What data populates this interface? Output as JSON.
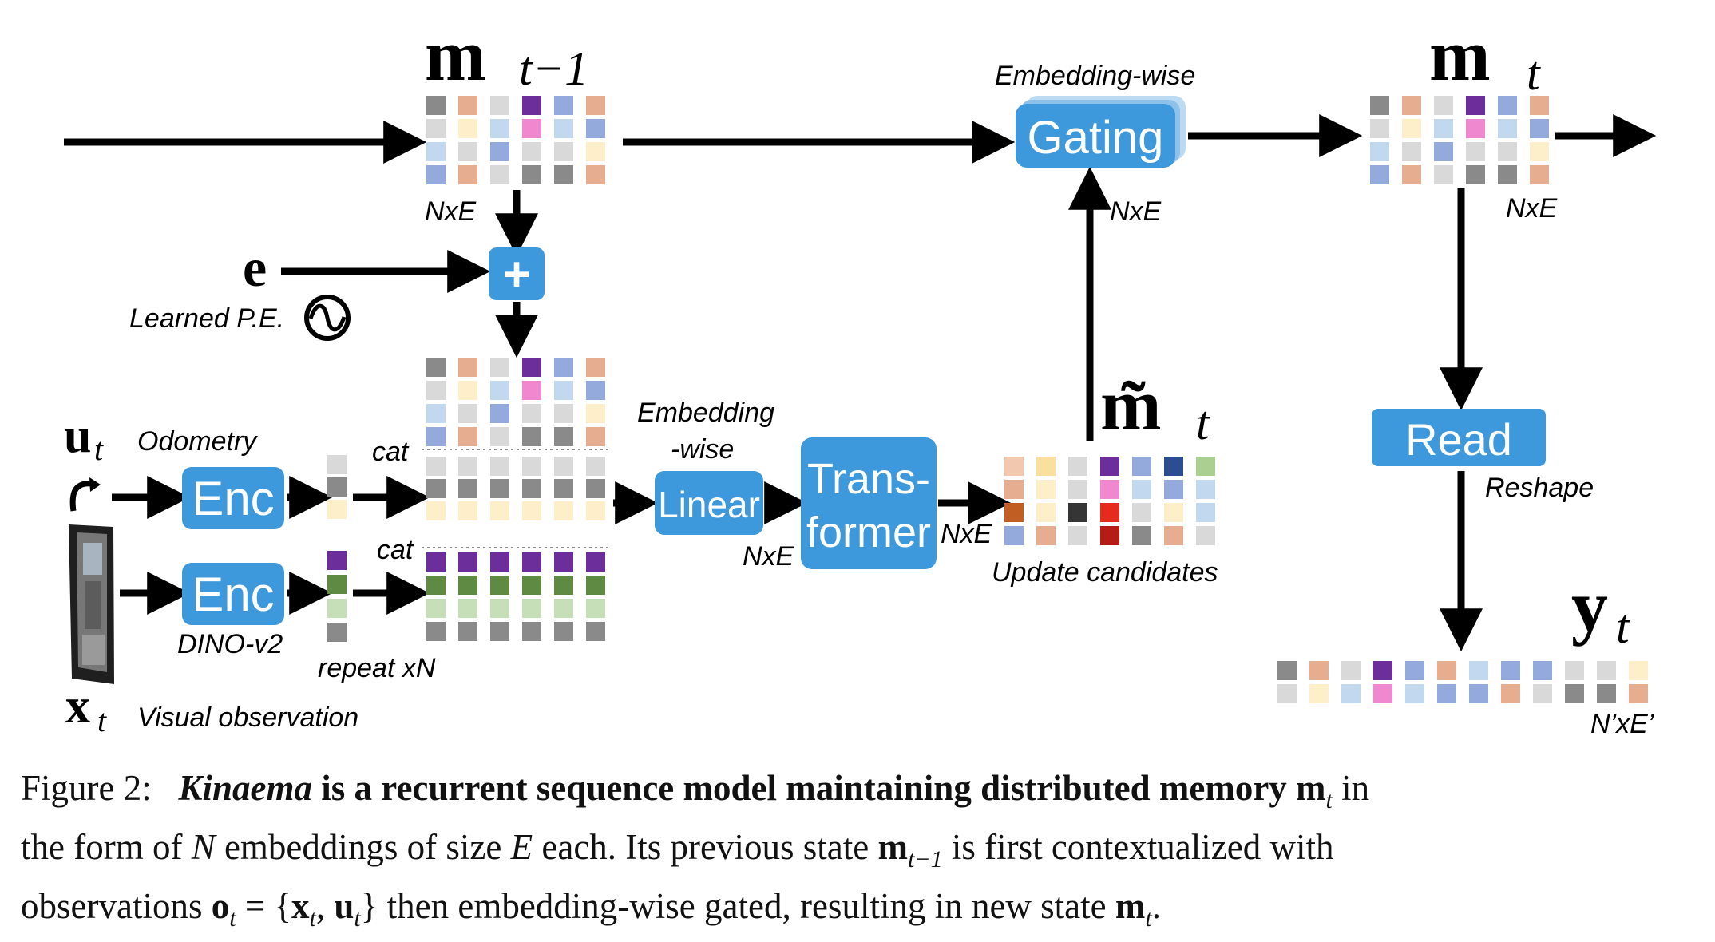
{
  "labels": {
    "m_prev": "m",
    "m_prev_sub": "t−1",
    "m_new": "m",
    "m_new_sub": "t",
    "m_tilde": "m̃",
    "m_tilde_sub": "t",
    "y": "y",
    "y_sub": "t",
    "e": "e",
    "u": "u",
    "u_sub": "t",
    "x": "x",
    "x_sub": "t",
    "learned_pe": "Learned P.E.",
    "odometry": "Odometry",
    "visual_observation": "Visual observation",
    "dino": "DINO-v2",
    "repeat": "repeat xN",
    "cat1": "cat",
    "cat2": "cat",
    "embedding_wise_top": "Embedding-wise",
    "embedding_wise_mid1": "Embedding",
    "embedding_wise_mid2": "-wise",
    "nxe_prev": "NxE",
    "nxe_gate": "NxE",
    "nxe_new": "NxE",
    "nxe_linear": "NxE",
    "nxe_transformer": "NxE",
    "n_prime": "N’xE’",
    "update_candidates": "Update candidates",
    "reshape": "Reshape",
    "plus": "+"
  },
  "blocks": {
    "gating": "Gating",
    "enc1": "Enc",
    "enc2": "Enc",
    "linear": "Linear",
    "transformer1": "Trans-",
    "transformer2": "former",
    "read": "Read"
  },
  "caption": {
    "fig": "Figure 2:",
    "bold_name": "Kinaema",
    "bold_rest": "is a recurrent sequence model maintaining distributed memory",
    "line1_end": "in",
    "line2": "the form of",
    "line2b": "embeddings of size",
    "line2c": "each.  Its previous state",
    "line2d": "is first contextualized with",
    "line3": "observations",
    "line3b": "then embedding-wise gated, resulting in new state"
  },
  "colors": {
    "block": "#3d98dc",
    "arrow": "#000000",
    "gray": "#8a8a8a",
    "lightgray": "#d9d9d9",
    "salmon": "#e6ad90",
    "cream": "#fcefc9",
    "lightblue": "#c2d8ee",
    "periwinkle": "#94a9dc",
    "purple": "#6b2e9b",
    "pink": "#ef88cf",
    "green": "#5e8a43",
    "lightgreen": "#c6dfb8",
    "darkgray": "#353535",
    "red": "#e52b1d",
    "darkred": "#b51c16",
    "rust": "#c05e24",
    "lightsalmon": "#f2c9ae",
    "navy": "#2e4d91",
    "yellow": "#f9e09e",
    "sage": "#aacf91",
    "silver": "#b0b0b0"
  }
}
